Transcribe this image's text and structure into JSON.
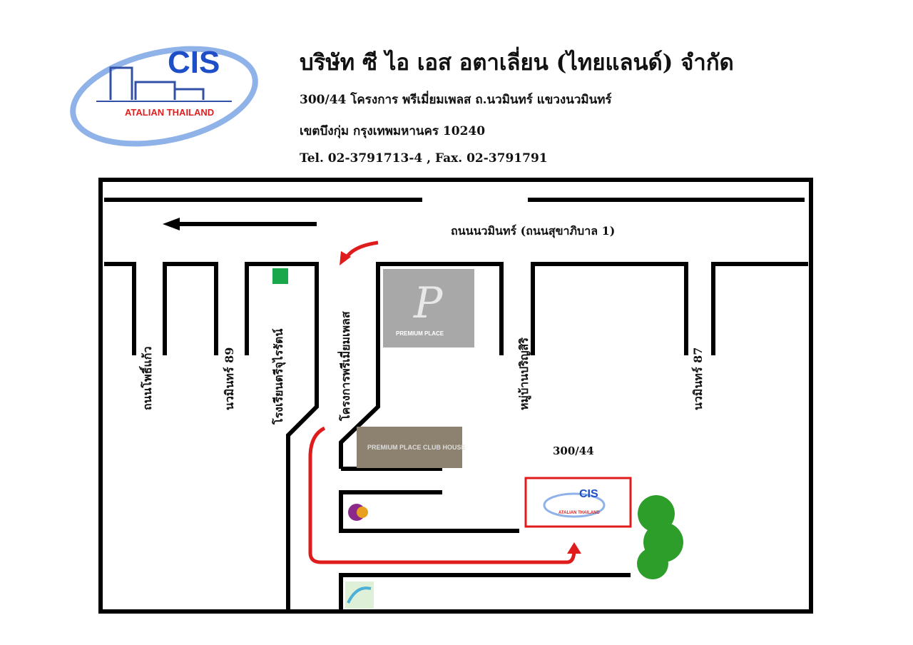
{
  "logo": {
    "brand": "CIS",
    "subtitle": "ATALIAN THAILAND"
  },
  "header": {
    "company": "บริษัท ซี ไอ เอส อตาเลี่ยน (ไทยแลนด์) จำกัด",
    "address1": "300/44  โครงการ พรีเมี่ยมเพลส   ถ.นวมินทร์ แขวงนวมินทร์",
    "address2": "เขตบึงกุ่ม  กรุงเทพมหานคร  10240",
    "contact": "Tel. 02-3791713-4 ,  Fax. 02-3791791"
  },
  "map": {
    "main_road": "ถนนนวมินทร์ (ถนนสุขาภิบาล 1)",
    "streets": [
      "ถนนโพธิ์แก้ว",
      "นวมินทร์ 89",
      "โรงเรียนตรีจุไรรัตน์",
      "โครงการพรีเมี่ยมเพลส",
      "หมู่บ้านปริญสิริ",
      "นวมินทร์ 87"
    ],
    "destination": "300/44",
    "premium_place": "PREMIUM PLACE",
    "club_house": "PREMIUM PLACE CLUB HOUSE",
    "colors": {
      "route": "#e01b1b",
      "logo_blue": "#1f4fc8",
      "school": "#1aa64a"
    }
  }
}
